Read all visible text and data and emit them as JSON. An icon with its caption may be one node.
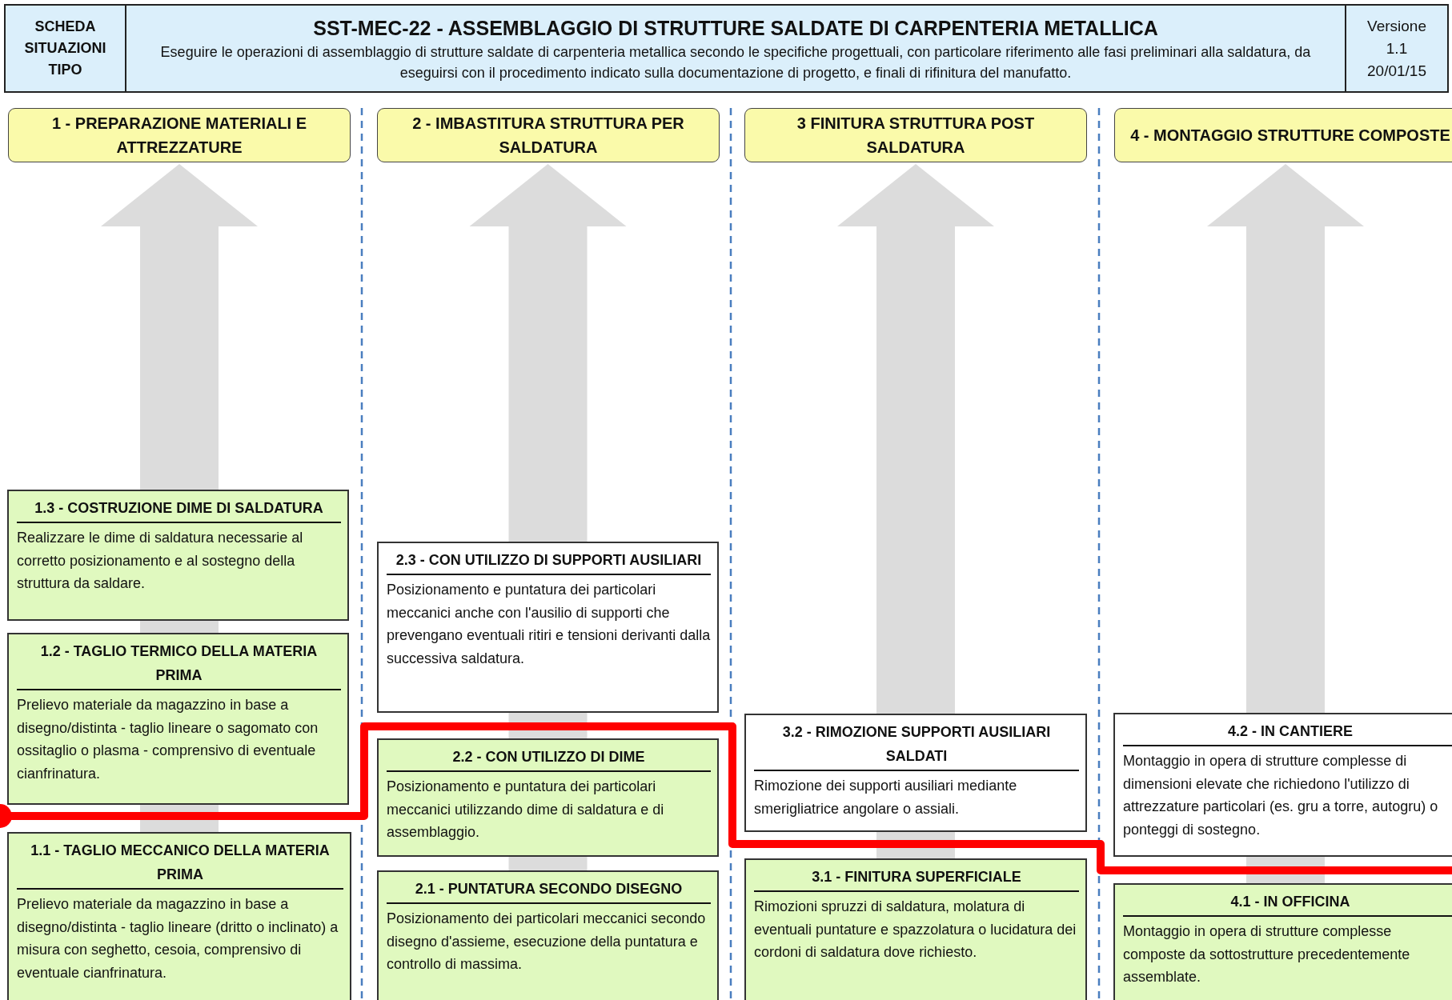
{
  "diagram": {
    "nodes": [
      {
        "text": [
          "SCHEDA SITUAZIONI TIPO"
        ]
      },
      {
        "text": [
          "SST-MEC-22 - ASSEMBLAGGIO DI STRUTTURE SALDATE DI CARPENTERIA METALLICA",
          "Eseguire le operazioni di assemblaggio di strutture saldate di carpenteria metallica secondo le specifiche progettuali, con particolare riferimento alle fasi preliminari alla saldatura, da eseguirsi con il procedimento indicato sulla documentazione di progetto, e finali di rifinitura del manufatto."
        ]
      },
      {
        "text": [
          "Versione",
          "1.1",
          "20/01/15"
        ]
      },
      {
        "text": [
          "1 - PREPARAZIONE MATERIALI E ATTREZZATURE"
        ]
      },
      {
        "text": [
          "1.3 - COSTRUZIONE DIME DI SALDATURA",
          "Realizzare le dime di saldatura necessarie al corretto posizionamento e al sostegno della struttura da saldare."
        ]
      },
      {
        "text": [
          "1.2 - TAGLIO TERMICO DELLA MATERIA PRIMA",
          "Prelievo materiale da magazzino in base a disegno/distinta - taglio lineare o sagomato con ossitaglio o plasma - comprensivo di eventuale cianfrinatura."
        ]
      },
      {
        "text": [
          "1.1 - TAGLIO MECCANICO DELLA MATERIA PRIMA",
          "Prelievo materiale da magazzino in base a disegno/distinta - taglio lineare (dritto o inclinato) a misura con seghetto, cesoia, comprensivo di eventuale cianfrinatura."
        ]
      },
      {
        "text": [
          "2 - IMBASTITURA STRUTTURA PER SALDATURA"
        ]
      },
      {
        "text": [
          "2.3 - CON UTILIZZO DI SUPPORTI AUSILIARI",
          "Posizionamento e puntatura dei particolari meccanici anche con l'ausilio di supporti che prevengano eventuali ritiri e tensioni derivanti dalla successiva saldatura."
        ]
      },
      {
        "text": [
          "2.2 - CON UTILIZZO DI DIME",
          "Posizionamento e puntatura dei particolari meccanici utilizzando dime di saldatura e di assemblaggio."
        ]
      },
      {
        "text": [
          "2.1 - PUNTATURA SECONDO DISEGNO",
          "Posizionamento dei particolari meccanici secondo disegno d'assieme, esecuzione della puntatura e controllo di massima."
        ]
      },
      {
        "text": [
          "3 FINITURA STRUTTURA POST SALDATURA"
        ]
      },
      {
        "text": [
          "3.2 - RIMOZIONE SUPPORTI AUSILIARI SALDATI",
          "Rimozione dei supporti ausiliari mediante smerigliatrice angolare o assiali."
        ]
      },
      {
        "text": [
          "3.1 - FINITURA SUPERFICIALE",
          "Rimozioni spruzzi di saldatura, molatura di eventuali puntature e spazzolatura o lucidatura dei cordoni di saldatura dove richiesto."
        ]
      },
      {
        "text": [
          "4 - MONTAGGIO STRUTTURE COMPOSTE"
        ]
      },
      {
        "text": [
          "4.2 - IN CANTIERE",
          "Montaggio in opera di strutture complesse di dimensioni elevate che richiedono l'utilizzo di attrezzature particolari (es. gru a torre, autogru) o ponteggi di sostegno."
        ]
      },
      {
        "text": [
          "4.1 - IN OFFICINA",
          "Montaggio in opera di strutture complesse composte da sottostrutture precedentemente assemblate."
        ]
      }
    ],
    "edges": []
  }
}
